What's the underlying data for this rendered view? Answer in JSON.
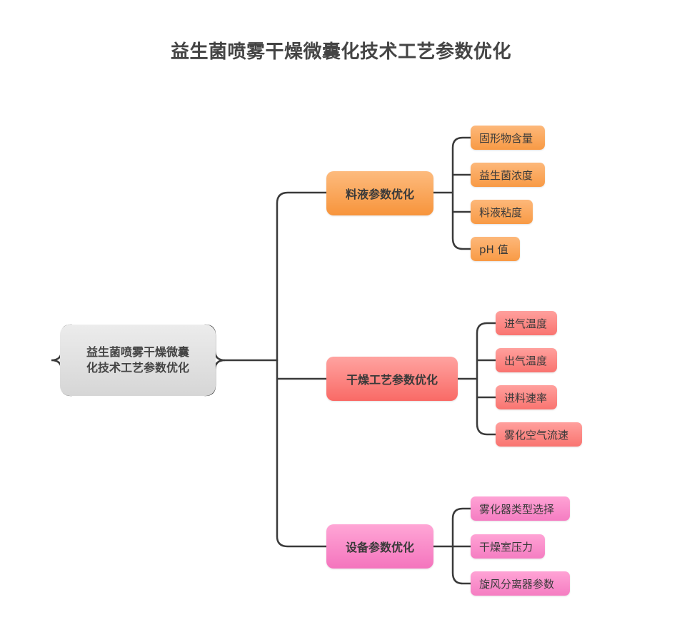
{
  "title": "益生菌喷雾干燥微囊化技术工艺参数优化",
  "root": {
    "label_line1": "益生菌喷雾干燥微囊",
    "label_line2": "化技术工艺参数优化",
    "color": "#e0e0e0"
  },
  "branches": [
    {
      "label": "料液参数优化",
      "color": "#f9a04f",
      "children": [
        "固形物含量",
        "益生菌浓度",
        "料液粘度",
        "pH 值"
      ]
    },
    {
      "label": "干燥工艺参数优化",
      "color": "#fb8380",
      "children": [
        "进气温度",
        "出气温度",
        "进料速率",
        "雾化空气流速"
      ]
    },
    {
      "label": "设备参数优化",
      "color": "#f68cc8",
      "children": [
        "雾化器类型选择",
        "干燥室压力",
        "旋风分离器参数"
      ]
    }
  ],
  "line_color": "#3a3a3a"
}
